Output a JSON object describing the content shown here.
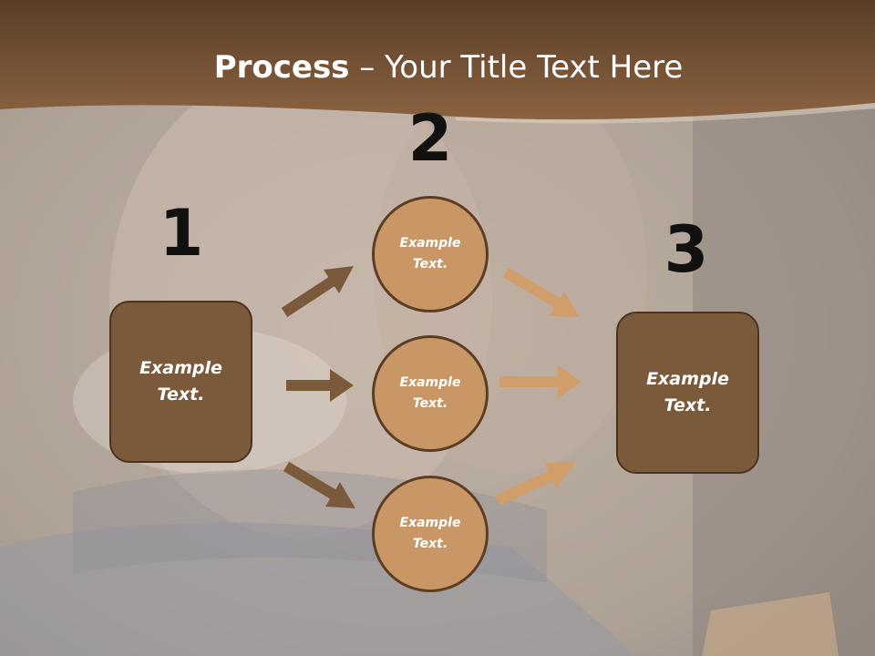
{
  "title": {
    "bold": "Process",
    "rest": " – Your Title Text Here"
  },
  "steps": {
    "one": "1",
    "two": "2",
    "three": "3"
  },
  "boxes": {
    "left": {
      "line1": "Example",
      "line2": "Text."
    },
    "right": {
      "line1": "Example",
      "line2": "Text."
    }
  },
  "circles": [
    {
      "line1": "Example",
      "line2": "Text."
    },
    {
      "line1": "Example",
      "line2": "Text."
    },
    {
      "line1": "Example",
      "line2": "Text."
    }
  ],
  "colors": {
    "header": "#6e4a2c",
    "box": "#7b5a3c",
    "circle": "#c99766",
    "arrow_dark": "#7b5a3c",
    "arrow_light": "#d19d6b"
  }
}
